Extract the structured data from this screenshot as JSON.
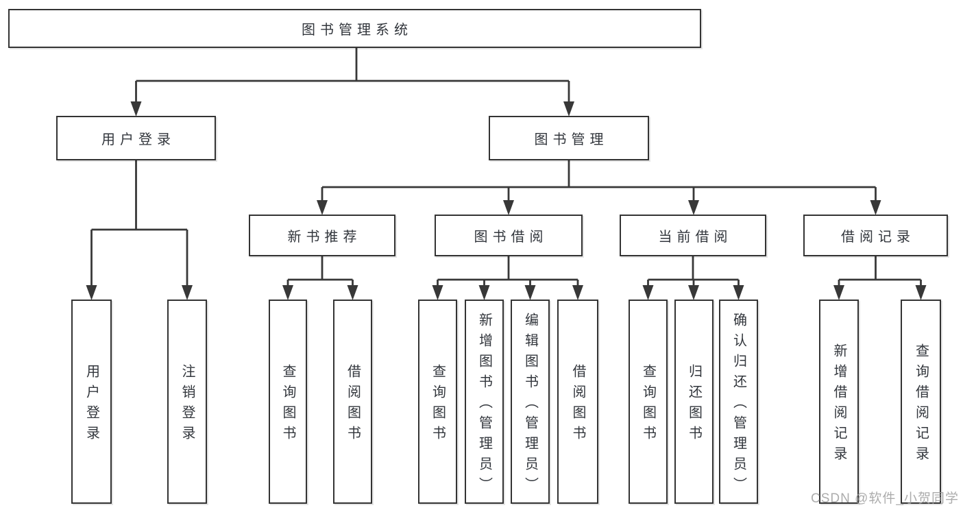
{
  "tree": {
    "label": "图书管理系统",
    "children": [
      {
        "label": "用户登录",
        "children": [
          {
            "label": "用户登录"
          },
          {
            "label": "注销登录"
          }
        ]
      },
      {
        "label": "图书管理",
        "children": [
          {
            "label": "新书推荐",
            "children": [
              {
                "label": "查询图书"
              },
              {
                "label": "借阅图书"
              }
            ]
          },
          {
            "label": "图书借阅",
            "children": [
              {
                "label": "查询图书"
              },
              {
                "label": "新增图书（管理员）"
              },
              {
                "label": "编辑图书（管理员）"
              },
              {
                "label": "借阅图书"
              }
            ]
          },
          {
            "label": "当前借阅",
            "children": [
              {
                "label": "查询图书"
              },
              {
                "label": "归还图书"
              },
              {
                "label": "确认归还（管理员）"
              }
            ]
          },
          {
            "label": "借阅记录",
            "children": [
              {
                "label": "新增借阅记录"
              },
              {
                "label": "查询借阅记录"
              }
            ]
          }
        ]
      }
    ]
  },
  "watermark": {
    "text": "CSDN @软件_小贺同学"
  },
  "colors": {
    "background": "#ffffff",
    "box_border": "#333333",
    "connector_line": "#383838",
    "text": "#32363c",
    "watermark": "#9e9e9e"
  }
}
